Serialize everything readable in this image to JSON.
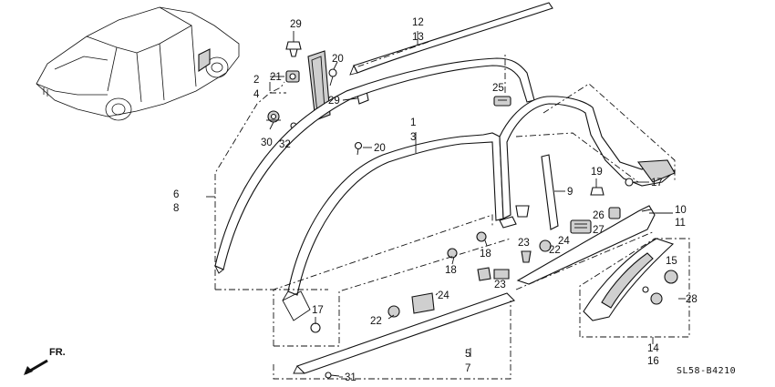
{
  "diagram": {
    "callouts": {
      "c29a": "29",
      "c12": "12",
      "c13": "13",
      "c2": "2",
      "c21": "21",
      "c4": "4",
      "c20a": "20",
      "c29b": "29",
      "c25": "25",
      "c30": "30",
      "c32": "32",
      "c1": "1",
      "c3": "3",
      "c20b": "20",
      "c6": "6",
      "c8": "8",
      "c19": "19",
      "c17a": "17",
      "c9": "9",
      "c10": "10",
      "c11": "11",
      "c26": "26",
      "c27": "27",
      "c23a": "23",
      "c24a": "24",
      "c22a": "22",
      "c18a": "18",
      "c18b": "18",
      "c23b": "23",
      "c24b": "24",
      "c22b": "22",
      "c17b": "17",
      "c15": "15",
      "c28": "28",
      "c5": "5",
      "c7": "7",
      "c31": "31",
      "c14": "14",
      "c16": "16"
    },
    "front_label": "FR.",
    "drawing_code": "SL58-B4210"
  }
}
